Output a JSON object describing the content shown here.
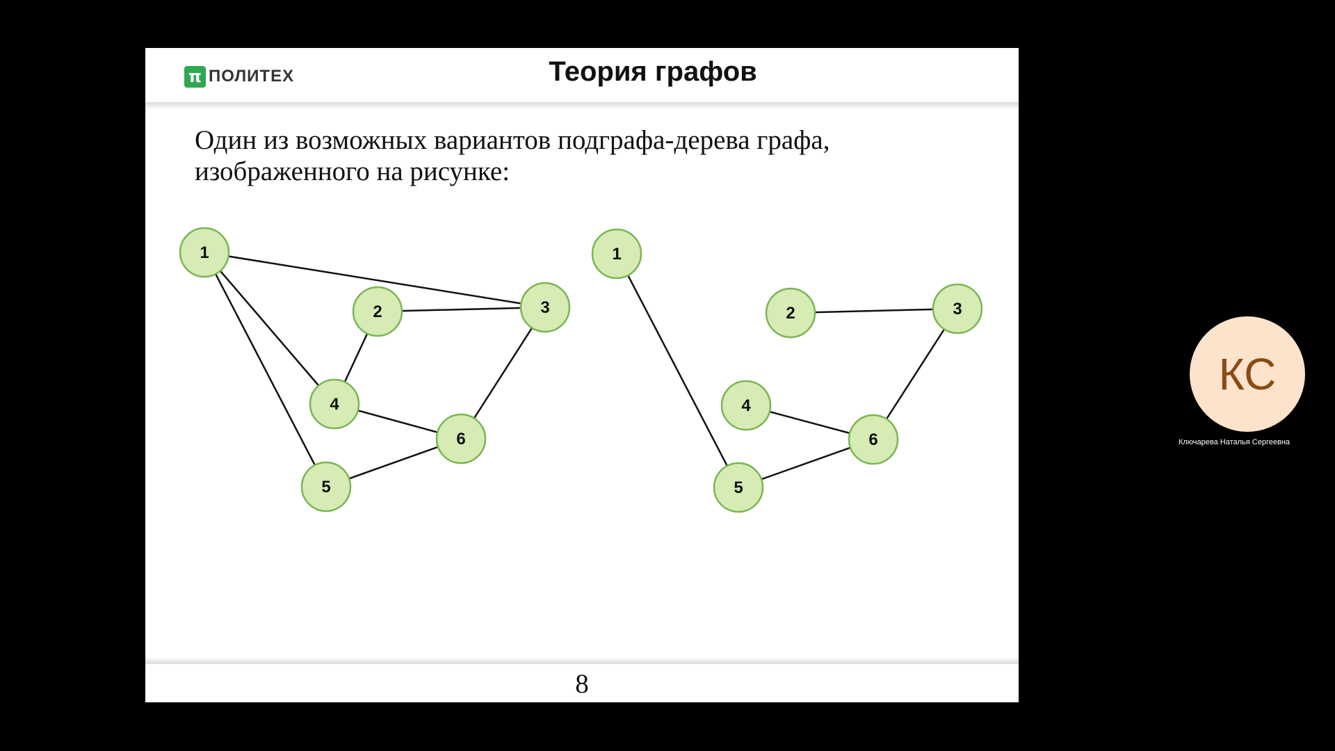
{
  "slide": {
    "logo_text": "ПОЛИТЕХ",
    "logo_mark": "π",
    "title": "Теория графов",
    "text_line1": "Один из возможных вариантов подграфа-дерева графа,",
    "text_line2": "изображенного на рисунке:",
    "page_number": "8"
  },
  "graphs": {
    "node_fill": "#d6ecb4",
    "node_stroke": "#7ab554",
    "original": {
      "nodes": [
        "1",
        "2",
        "3",
        "4",
        "5",
        "6"
      ],
      "edges": [
        [
          "1",
          "3"
        ],
        [
          "1",
          "4"
        ],
        [
          "1",
          "5"
        ],
        [
          "2",
          "3"
        ],
        [
          "2",
          "4"
        ],
        [
          "3",
          "6"
        ],
        [
          "4",
          "6"
        ],
        [
          "5",
          "6"
        ]
      ]
    },
    "subtree": {
      "nodes": [
        "1",
        "2",
        "3",
        "4",
        "5",
        "6"
      ],
      "edges": [
        [
          "1",
          "5"
        ],
        [
          "2",
          "3"
        ],
        [
          "3",
          "6"
        ],
        [
          "4",
          "6"
        ],
        [
          "5",
          "6"
        ]
      ]
    }
  },
  "participant": {
    "initials": "КС",
    "name": "Ключарева Наталья Сергеевна",
    "avatar_color": "#fde3cc"
  }
}
